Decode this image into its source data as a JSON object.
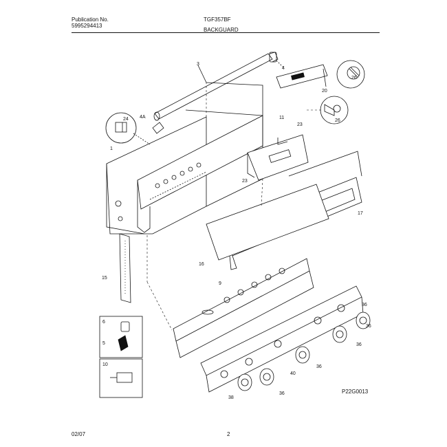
{
  "header": {
    "publication_label": "Publication No.",
    "publication_number": "5995294413",
    "model": "TGF357BF",
    "section": "BACKGUARD"
  },
  "callouts": {
    "c1": "1",
    "c3": "3",
    "c4": "4",
    "c4a": "4A",
    "c6": "6",
    "c5": "5",
    "c9": "9",
    "c10": "10",
    "c11": "11",
    "c15": "15",
    "c16": "16",
    "c17": "17",
    "c20": "20",
    "c23a": "23",
    "c23b": "23",
    "c24": "24",
    "c26a": "26",
    "c26b": "26",
    "c36a": "36",
    "c36b": "36",
    "c36c": "36",
    "c36d": "36",
    "c36e": "36",
    "c38": "38",
    "c40": "40"
  },
  "diagram_code": "P22G0013",
  "footer": {
    "date": "02/07",
    "page": "2"
  }
}
